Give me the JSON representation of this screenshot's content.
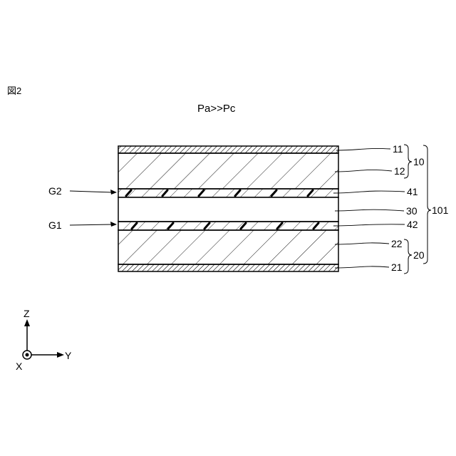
{
  "figure_label": "図2",
  "condition_text": "Pa>>Pc",
  "gap_labels": {
    "upper": "G2",
    "lower": "G1"
  },
  "layer_labels": {
    "l11": "11",
    "l12": "12",
    "l41": "41",
    "l30": "30",
    "l42": "42",
    "l22": "22",
    "l21": "21"
  },
  "group_labels": {
    "upper_group": "10",
    "lower_group": "20",
    "whole": "101"
  },
  "axes": {
    "z": "Z",
    "y": "Y",
    "x": "X"
  }
}
